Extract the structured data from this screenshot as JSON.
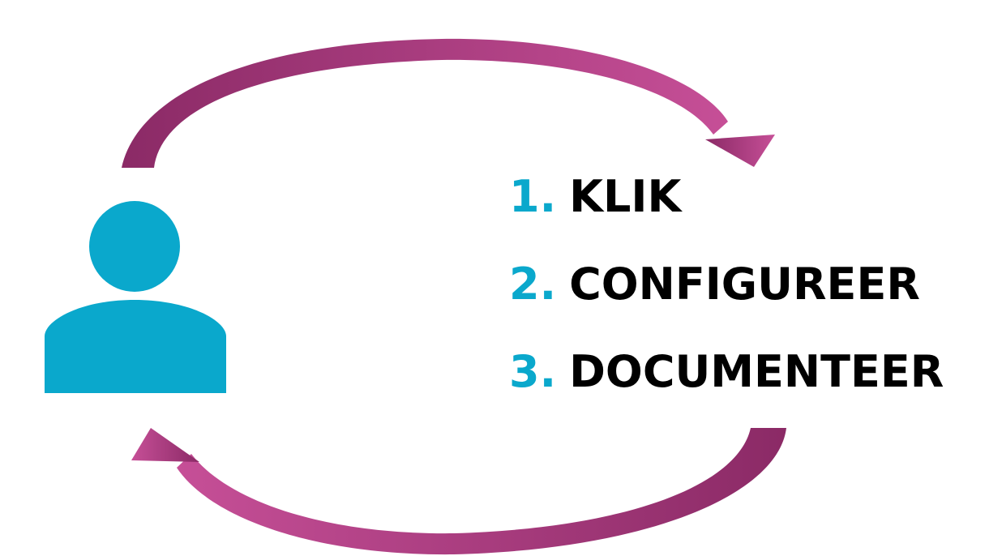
{
  "colors": {
    "accent": "#0aa8cc",
    "arrow_dark": "#8b2a66",
    "arrow_light": "#c64f97",
    "text": "#000000"
  },
  "icons": {
    "person": "user-icon",
    "top_arrow": "cycle-arrow-clockwise",
    "bottom_arrow": "cycle-arrow-return"
  },
  "steps": [
    {
      "number": "1.",
      "label": "KLIK"
    },
    {
      "number": "2.",
      "label": "CONFIGUREER"
    },
    {
      "number": "3.",
      "label": "DOCUMENTEER"
    }
  ]
}
